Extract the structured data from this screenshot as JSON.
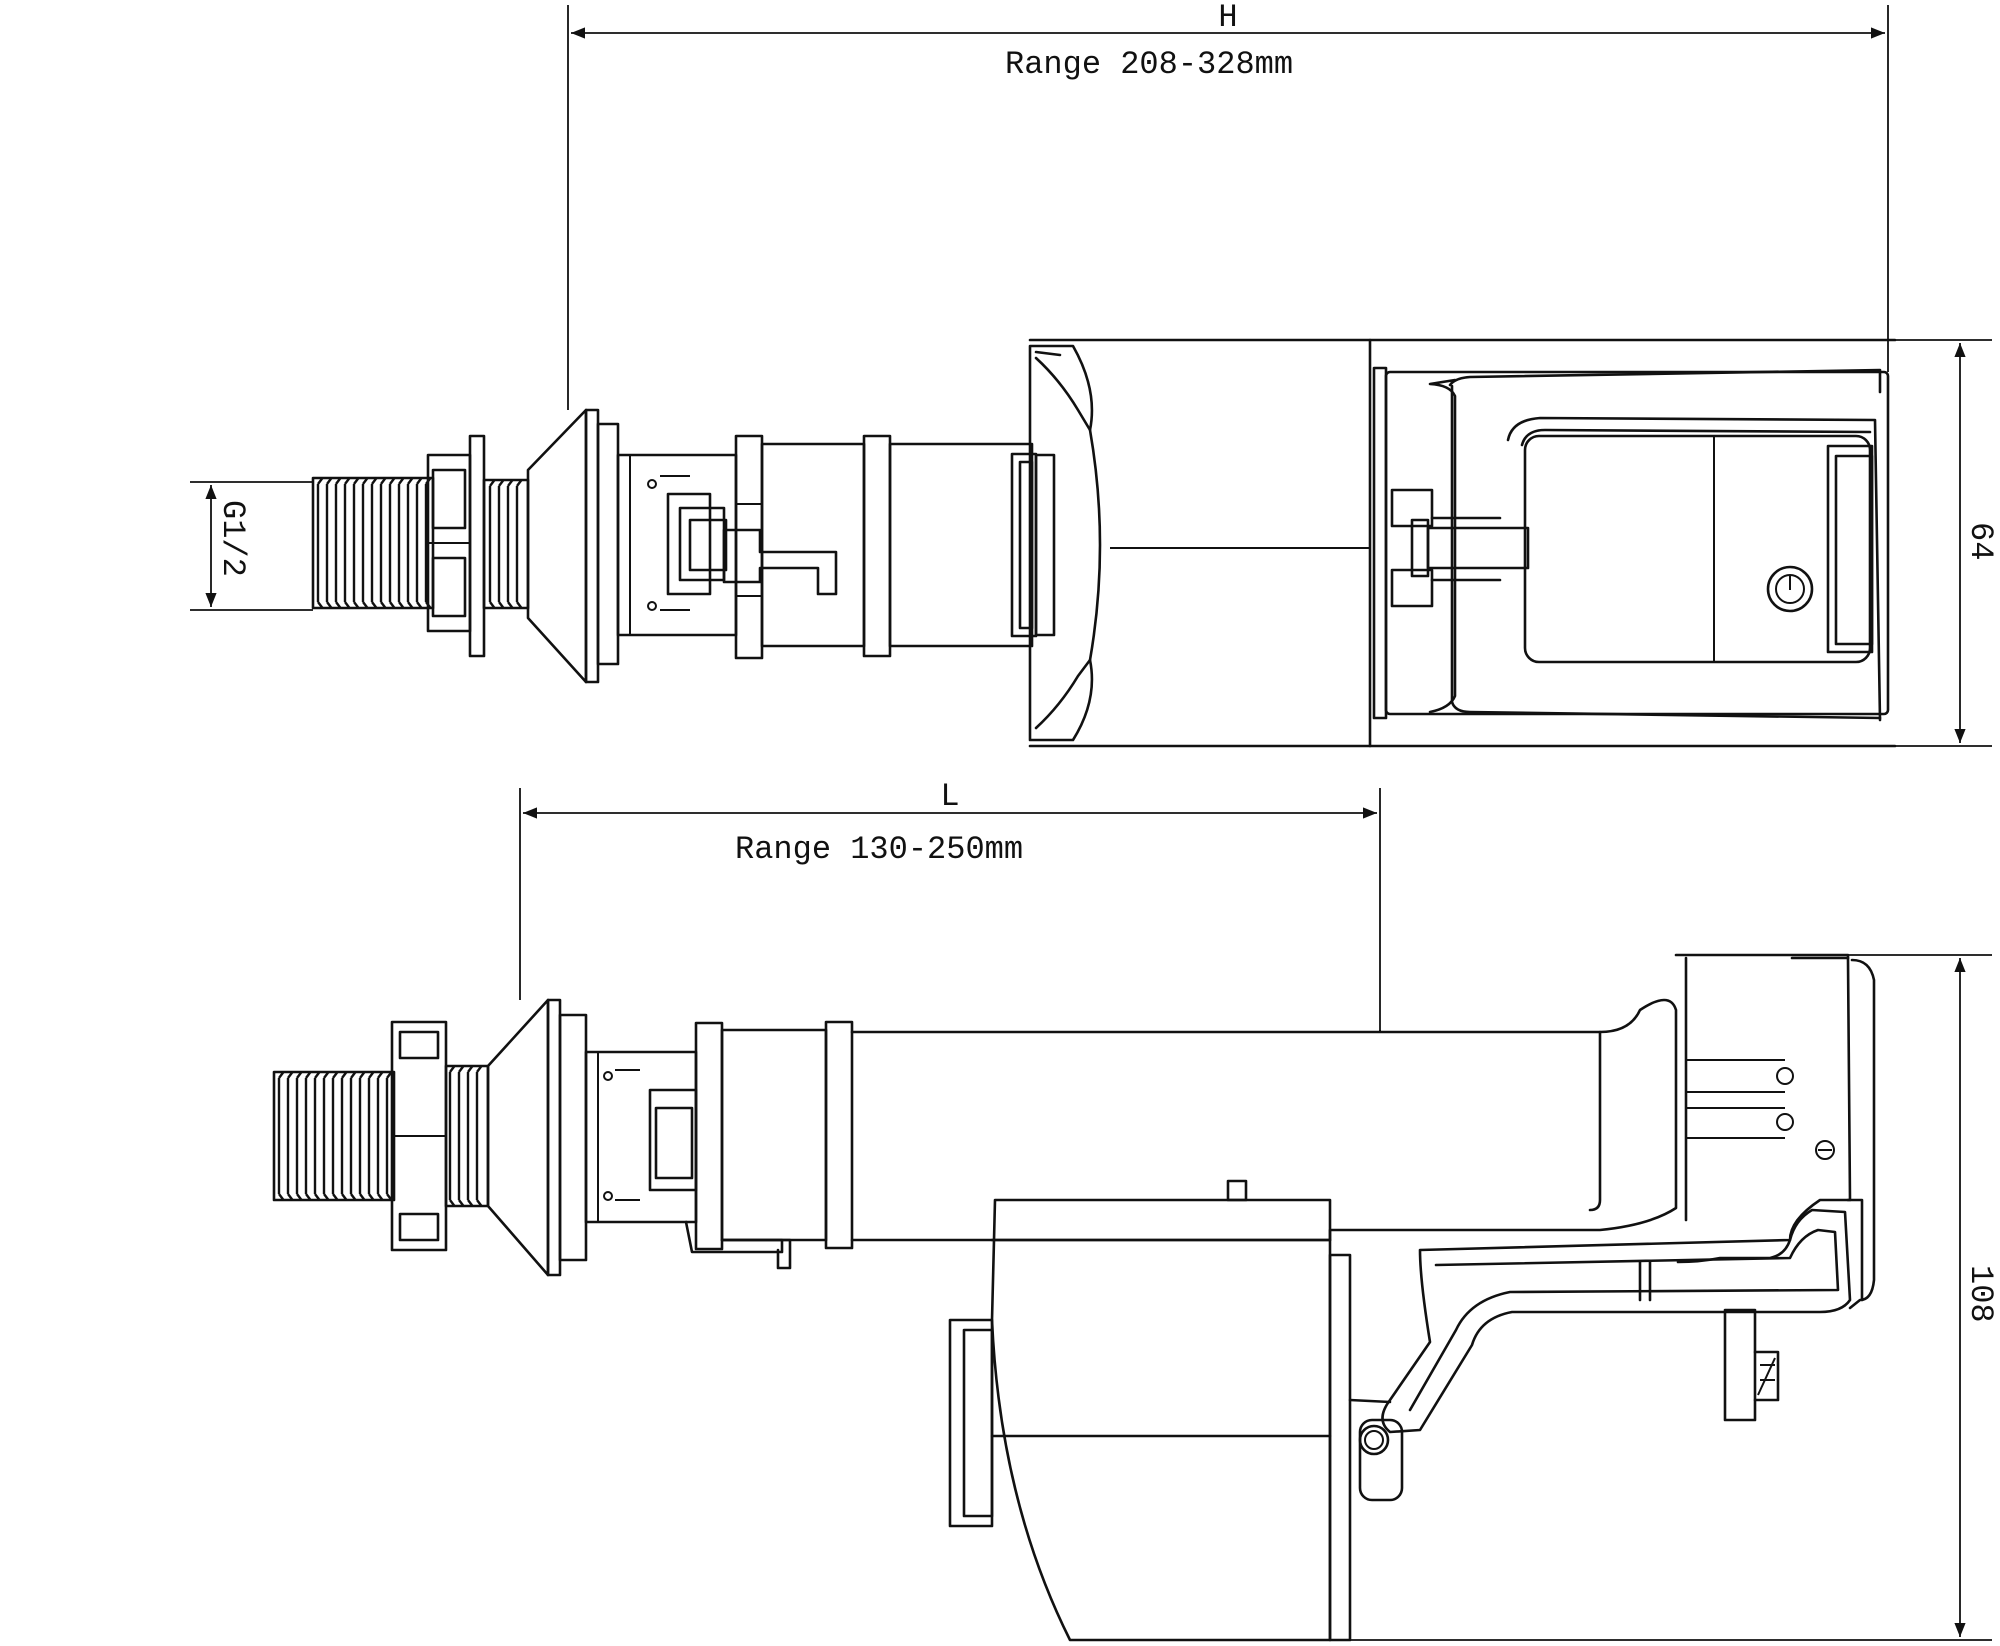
{
  "dimensions": {
    "H": {
      "symbol": "H",
      "range": "Range 208-328mm"
    },
    "L": {
      "symbol": "L",
      "range": "Range 130-250mm"
    },
    "thread": "G1/2",
    "width_top": "64",
    "height_side": "108"
  },
  "colors": {
    "line": "#111111",
    "background": "#ffffff"
  },
  "icons": {
    "power": "power-icon"
  }
}
